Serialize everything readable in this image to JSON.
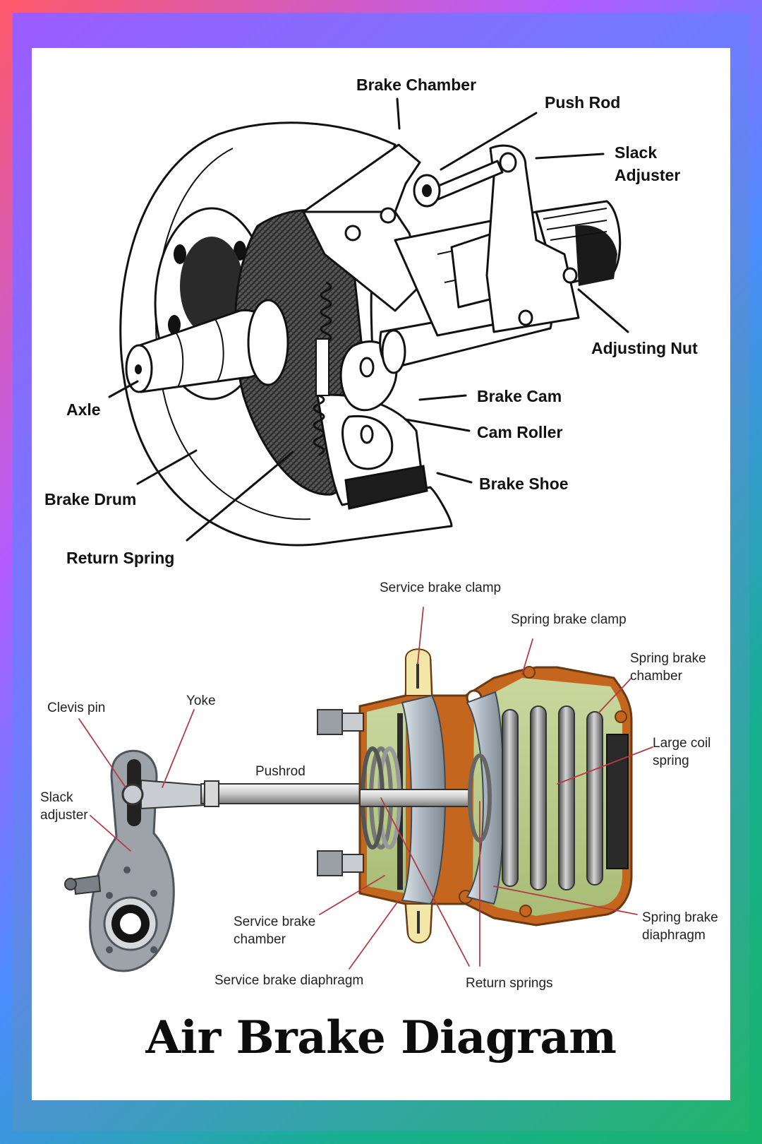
{
  "title": "Air Brake Diagram",
  "drum_assembly": {
    "labels": {
      "brake_chamber": "Brake Chamber",
      "push_rod": "Push Rod",
      "slack_adjuster_line1": "Slack",
      "slack_adjuster_line2": "Adjuster",
      "adjusting_nut": "Adjusting Nut",
      "axle": "Axle",
      "brake_cam": "Brake Cam",
      "cam_roller": "Cam Roller",
      "brake_shoe": "Brake Shoe",
      "brake_drum": "Brake Drum",
      "return_spring": "Return Spring"
    }
  },
  "chamber_assembly": {
    "labels": {
      "service_brake_clamp": "Service brake clamp",
      "spring_brake_clamp": "Spring brake clamp",
      "spring_brake_chamber_line1": "Spring brake",
      "spring_brake_chamber_line2": "chamber",
      "large_coil_spring_line1": "Large coil",
      "large_coil_spring_line2": "spring",
      "clevis_pin": "Clevis pin",
      "yoke": "Yoke",
      "pushrod": "Pushrod",
      "slack_adjuster_line1": "Slack",
      "slack_adjuster_line2": "adjuster",
      "service_brake_chamber_line1": "Service brake",
      "service_brake_chamber_line2": "chamber",
      "spring_brake_diaphragm_line1": "Spring brake",
      "spring_brake_diaphragm_line2": "diaphragm",
      "service_brake_diaphragm": "Service brake diaphragm",
      "return_springs": "Return springs"
    }
  },
  "colors": {
    "frame_gradient": [
      "#ff5a6a",
      "#b25cff",
      "#4c8cff",
      "#16b08f"
    ],
    "chamber_housing": "#c5661f",
    "chamber_fill": "#b8c98a",
    "diaphragm": "#a8b3bd",
    "clamp_fill": "#f2e6a8",
    "slack_adjuster": "#9ea3a9",
    "leader_line_red": "#b43b45"
  }
}
